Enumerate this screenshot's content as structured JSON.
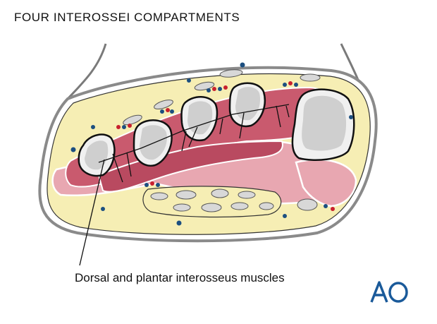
{
  "title": "FOUR INTEROSSEI COMPARTMENTS",
  "label": "Dorsal and plantar interosseus muscles",
  "logo": "AO",
  "colors": {
    "skin": "#f6eeb4",
    "muscle_dark": "#c95a6e",
    "muscle_light": "#e8a7b1",
    "bone": "#d8d8d8",
    "vessel_red": "#c8202e",
    "vessel_blue": "#1c4f80",
    "outline": "#1a1a1a",
    "logo": "#1a5a9a"
  }
}
